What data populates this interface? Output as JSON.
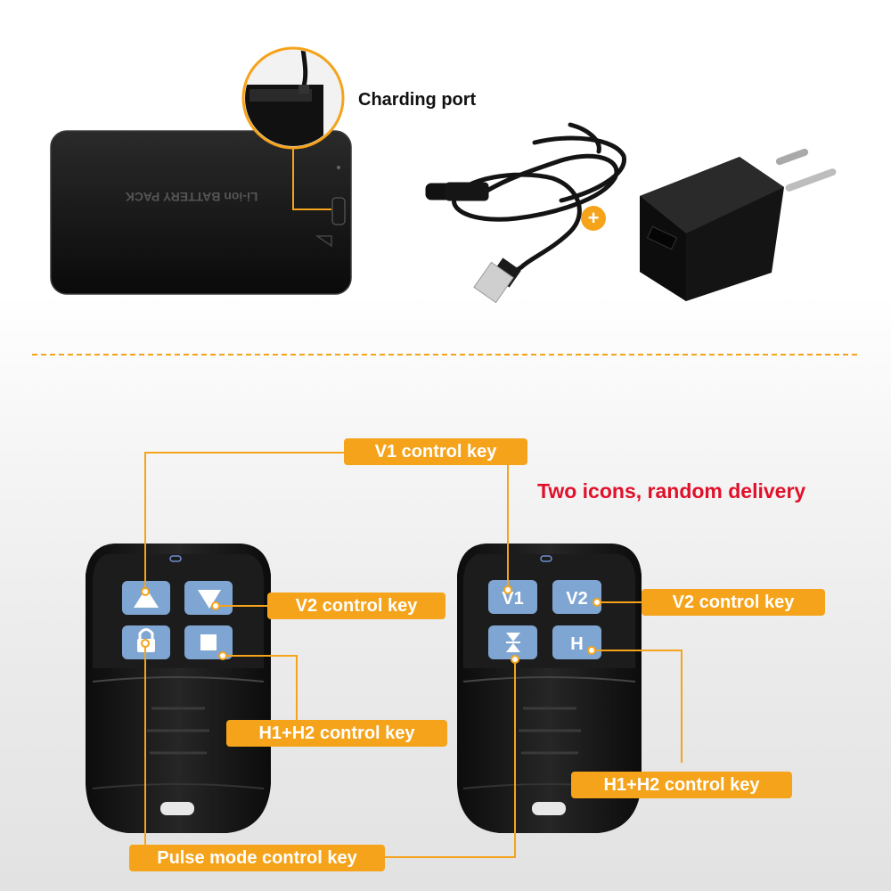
{
  "top": {
    "charging_port_label": "Charding port",
    "battery_engraving": "Li-ion BATTERY PACK",
    "plus_symbol": "+"
  },
  "note": "Two icons, random delivery",
  "left_remote": {
    "keys": [
      "up-arrow-icon",
      "down-arrow-icon",
      "lock-icon",
      "stop-icon"
    ]
  },
  "right_remote": {
    "keys": [
      "V1",
      "V2",
      "pulse-icon",
      "H"
    ]
  },
  "callouts": {
    "v1": "V1 control key",
    "v2_left": "V2 control key",
    "v2_right": "V2 control key",
    "h_left": "H1+H2 control key",
    "h_right": "H1+H2 control key",
    "pulse": "Pulse mode control key"
  },
  "colors": {
    "accent": "#f5a31a",
    "key_blue": "#7fa6d2",
    "red_note": "#e0102a"
  }
}
